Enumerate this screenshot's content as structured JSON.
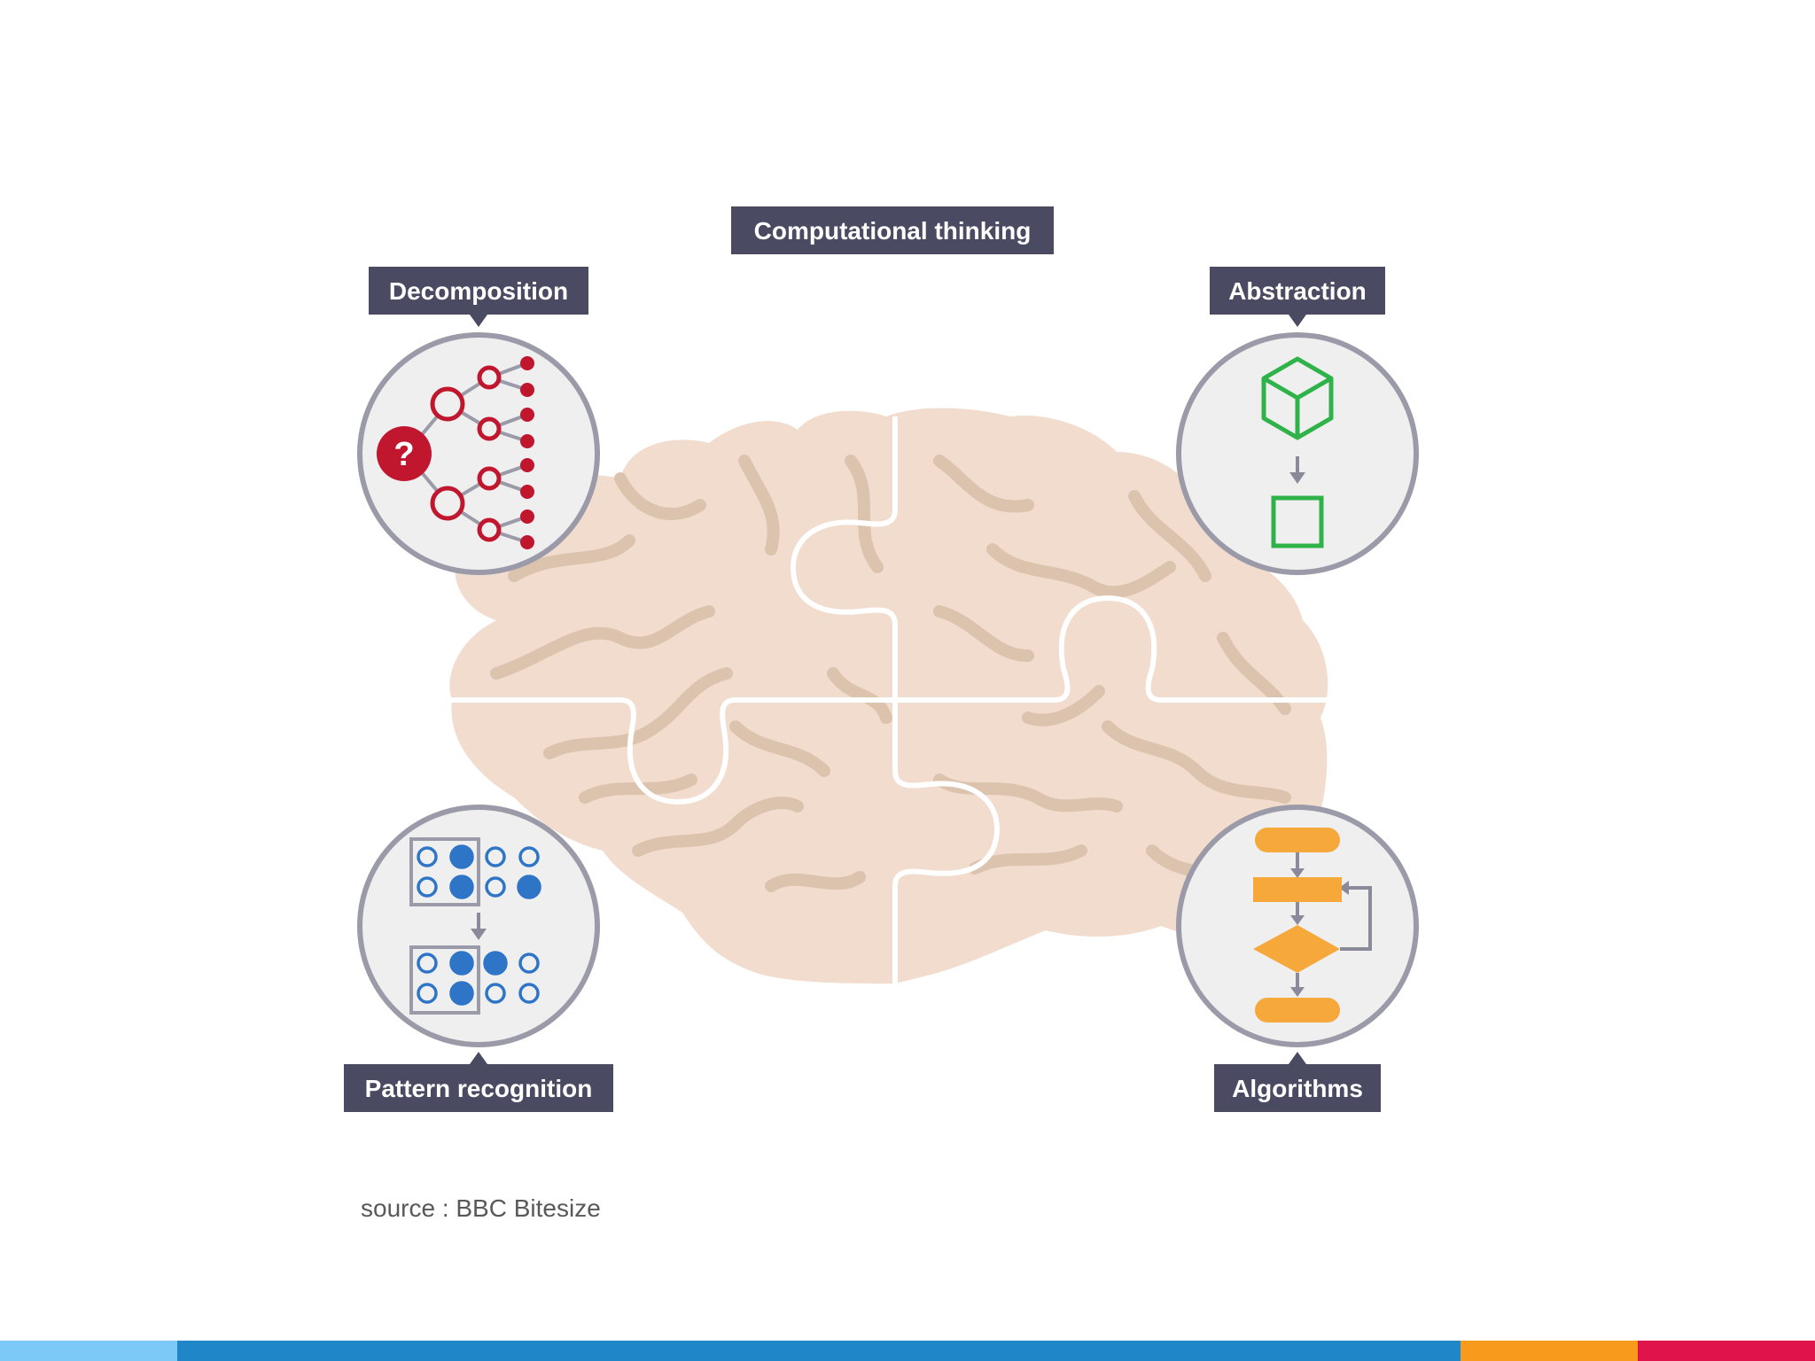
{
  "diagram": {
    "title": "Computational thinking",
    "labels": {
      "decomposition": "Decomposition",
      "abstraction": "Abstraction",
      "pattern_recognition": "Pattern recognition",
      "algorithms": "Algorithms"
    },
    "question_mark": "?"
  },
  "caption": "source : BBC Bitesize",
  "colors": {
    "label_bg": "#4a4a63",
    "brain": "#f2dcce",
    "brain_folds": "#dcc3ae",
    "circle_fill": "#efefef",
    "circle_stroke": "#9a9aa8",
    "decomposition_red": "#c0172f",
    "abstraction_green": "#2fb24a",
    "pattern_blue": "#2e75c8",
    "algorithm_orange": "#f6a83b",
    "arrow_grey": "#8a8a9a"
  },
  "footer_colors": [
    "#7cc8f6",
    "#1f86c8",
    "#f89a1c",
    "#e0144a"
  ]
}
